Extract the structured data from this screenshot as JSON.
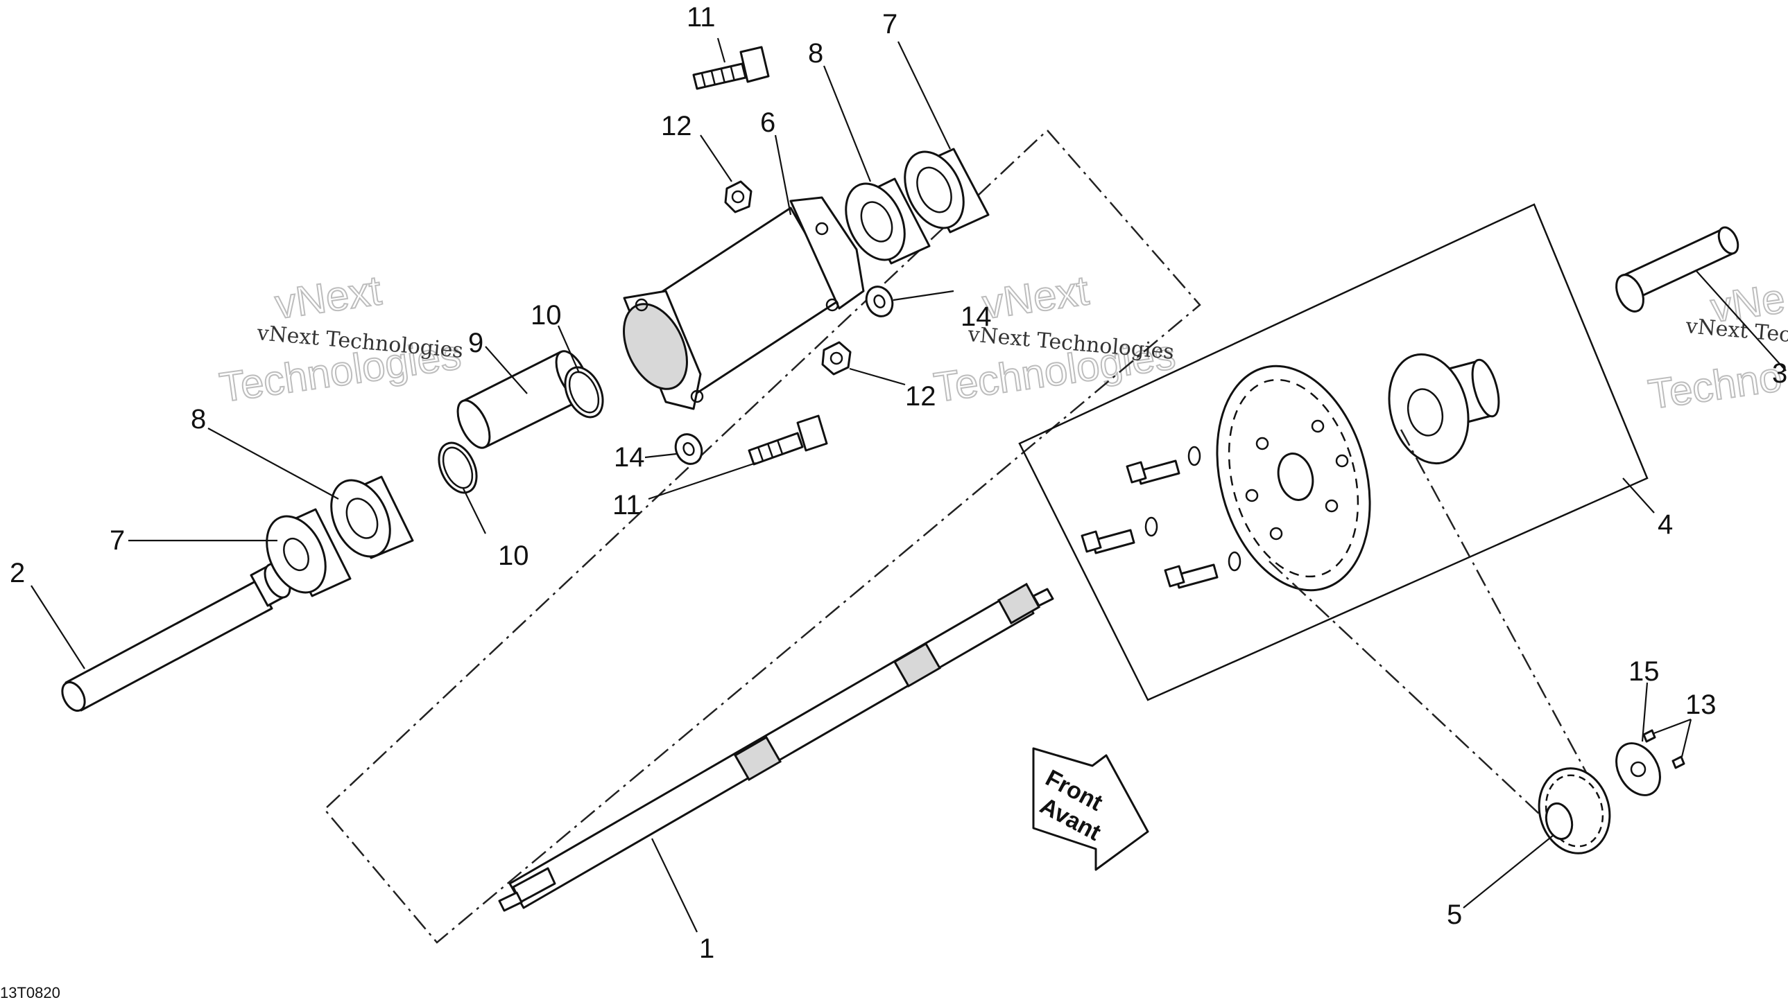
{
  "callouts": {
    "c1": "1",
    "c2": "2",
    "c3": "3",
    "c4": "4",
    "c5": "5",
    "c6": "6",
    "c7a": "7",
    "c7b": "7",
    "c8a": "8",
    "c8b": "8",
    "c9": "9",
    "c10a": "10",
    "c10b": "10",
    "c11a": "11",
    "c11b": "11",
    "c12a": "12",
    "c12b": "12",
    "c13": "13",
    "c14a": "14",
    "c14b": "14",
    "c15": "15"
  },
  "watermark": {
    "company_line": "vNext Technologies",
    "brand_top": "vNext",
    "brand_bottom": "Technologies",
    "right_line_partial": "vNext Tec",
    "right_big_top": "vNe",
    "right_big_bottom": "Techno"
  },
  "direction_arrow": {
    "line1": "Front",
    "line2": "Avant"
  },
  "drawing_code": "13T0820",
  "colors": {
    "ink": "#111111",
    "watermark": "#bdbdbd",
    "background": "#ffffff"
  }
}
